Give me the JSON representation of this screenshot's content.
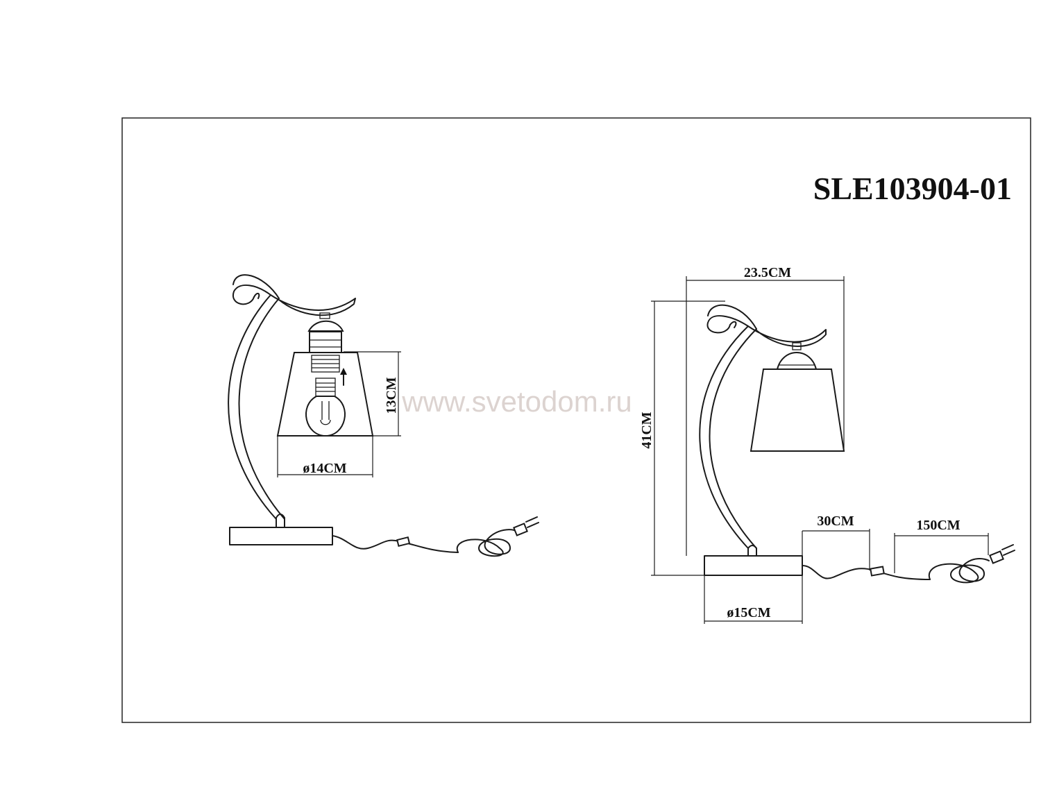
{
  "title": "SLE103904-01",
  "watermark": "www.svetodom.ru",
  "left_view": {
    "shade_height": "13CM",
    "shade_diameter": "ø14CM"
  },
  "right_view": {
    "total_width": "23.5CM",
    "total_height": "41CM",
    "base_diameter": "ø15CM",
    "cord_to_switch": "30CM",
    "switch_to_plug": "150CM"
  },
  "icons": [
    "lamp-drawing",
    "bulb-icon",
    "plug-icon",
    "switch-icon",
    "arrow-up-icon"
  ]
}
